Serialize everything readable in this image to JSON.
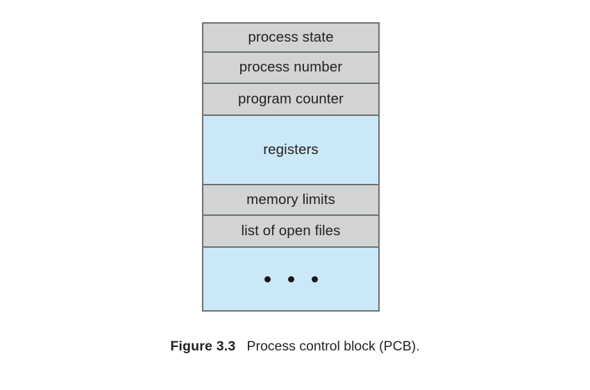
{
  "figure": {
    "caption_label": "Figure 3.3",
    "caption_text": "Process control block (PCB).",
    "colors": {
      "fill_gray": "#d2d3d3",
      "fill_blue": "#cbe8f8",
      "border": "#6b6f71",
      "text": "#231f20",
      "background": "#ffffff"
    },
    "rows": [
      {
        "label": "process state",
        "fill": "gray"
      },
      {
        "label": "process number",
        "fill": "gray"
      },
      {
        "label": "program counter",
        "fill": "gray"
      },
      {
        "label": "registers",
        "fill": "blue"
      },
      {
        "label": "memory limits",
        "fill": "gray"
      },
      {
        "label": "list of open files",
        "fill": "gray"
      },
      {
        "label": "",
        "fill": "blue",
        "glyph": "ellipsis-dots",
        "dot_count": 3
      }
    ]
  }
}
